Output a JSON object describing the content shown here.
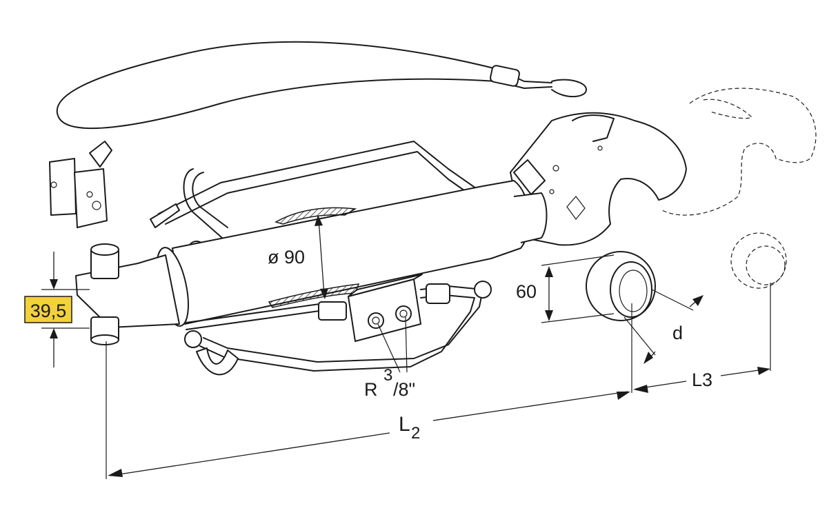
{
  "labels": {
    "bore_diameter": "ø 90",
    "pin_height": "39,5",
    "ball_height": "60",
    "ball_diameter": "d",
    "port_thread_prefix": "R",
    "port_thread_numerator": "3",
    "port_thread_denominator": "/8\"",
    "length_l2_main": "L",
    "length_l2_sub": "2",
    "length_l3": "L3"
  },
  "colors": {
    "highlight": "#f2d13b",
    "line": "#1a1a1a",
    "background": "#ffffff"
  }
}
